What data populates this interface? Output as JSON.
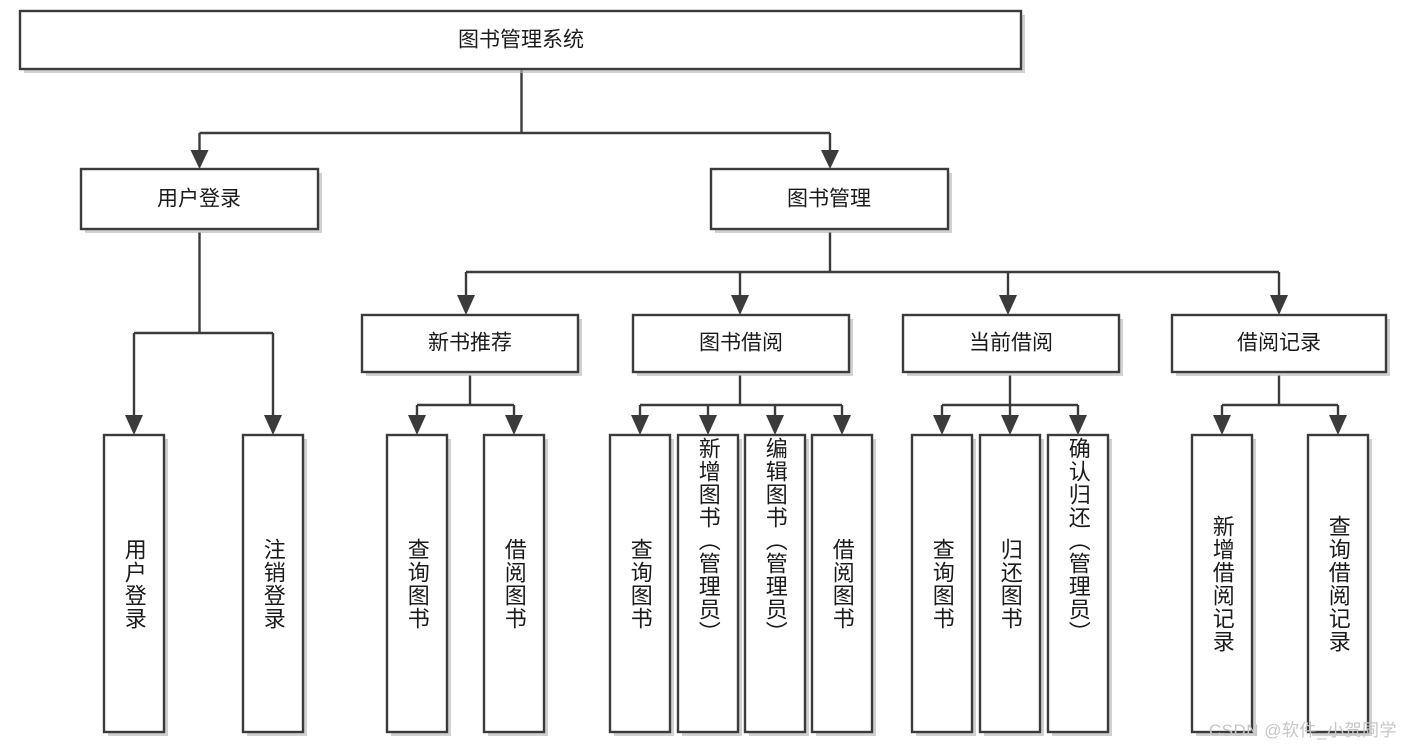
{
  "diagram": {
    "type": "tree",
    "title": "图书管理系统",
    "root": {
      "id": "root",
      "label": "图书管理系统",
      "orientation": "horizontal"
    },
    "level2": [
      {
        "id": "user-login",
        "label": "用户登录",
        "orientation": "horizontal"
      },
      {
        "id": "book-management",
        "label": "图书管理",
        "orientation": "horizontal"
      }
    ],
    "level3": [
      {
        "id": "new-book-recommend",
        "label": "新书推荐",
        "parent": "book-management",
        "orientation": "horizontal"
      },
      {
        "id": "book-borrow",
        "label": "图书借阅",
        "parent": "book-management",
        "orientation": "horizontal"
      },
      {
        "id": "current-borrow",
        "label": "当前借阅",
        "parent": "book-management",
        "orientation": "horizontal"
      },
      {
        "id": "borrow-record",
        "label": "借阅记录",
        "parent": "book-management",
        "orientation": "horizontal"
      }
    ],
    "leaves": [
      {
        "id": "leaf-user-login",
        "label": "用户登录",
        "parent": "user-login",
        "orientation": "vertical"
      },
      {
        "id": "leaf-user-logout",
        "label": "注销登录",
        "parent": "user-login",
        "orientation": "vertical"
      },
      {
        "id": "leaf-query-book-1",
        "label": "查询图书",
        "parent": "new-book-recommend",
        "orientation": "vertical"
      },
      {
        "id": "leaf-borrow-book-1",
        "label": "借阅图书",
        "parent": "new-book-recommend",
        "orientation": "vertical"
      },
      {
        "id": "leaf-query-book-2",
        "label": "查询图书",
        "parent": "book-borrow",
        "orientation": "vertical"
      },
      {
        "id": "leaf-add-book",
        "label": "新增图书（管理员）",
        "parent": "book-borrow",
        "orientation": "vertical"
      },
      {
        "id": "leaf-edit-book",
        "label": "编辑图书（管理员）",
        "parent": "book-borrow",
        "orientation": "vertical"
      },
      {
        "id": "leaf-borrow-book-2",
        "label": "借阅图书",
        "parent": "book-borrow",
        "orientation": "vertical"
      },
      {
        "id": "leaf-query-book-3",
        "label": "查询图书",
        "parent": "current-borrow",
        "orientation": "vertical"
      },
      {
        "id": "leaf-return-book",
        "label": "归还图书",
        "parent": "current-borrow",
        "orientation": "vertical"
      },
      {
        "id": "leaf-confirm-return",
        "label": "确认归还（管理员）",
        "parent": "current-borrow",
        "orientation": "vertical"
      },
      {
        "id": "leaf-add-record",
        "label": "新增借阅记录",
        "parent": "borrow-record",
        "orientation": "vertical"
      },
      {
        "id": "leaf-query-record",
        "label": "查询借阅记录",
        "parent": "borrow-record",
        "orientation": "vertical"
      }
    ],
    "colors": {
      "stroke": "#3b3b3b",
      "fill": "#ffffff",
      "text": "#1b1b1b",
      "shadow": "#b8b8b8",
      "watermark": "#c6c6c6"
    }
  },
  "watermark": {
    "text": "CSDN @软件_小贺同学"
  }
}
